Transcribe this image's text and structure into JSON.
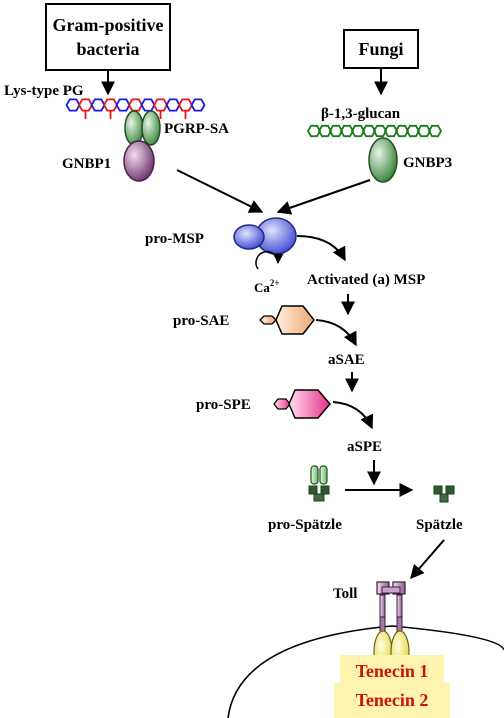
{
  "boxes": {
    "gram_positive_line1": "Gram-positive",
    "gram_positive_line2": "bacteria",
    "fungi": "Fungi"
  },
  "labels": {
    "lys_type_pg": "Lys-type PG",
    "pgrp_sa": "PGRP-SA",
    "gnbp1": "GNBP1",
    "beta_glucan": "β-1,3-glucan",
    "gnbp3": "GNBP3",
    "pro_msp": "pro-MSP",
    "ca": "Ca",
    "ca_sup": "2+",
    "activated_msp": "Activated (a) MSP",
    "pro_sae": "pro-SAE",
    "asae": "aSAE",
    "pro_spe": "pro-SPE",
    "aspe": "aSPE",
    "pro_spatzle": "pro-Spätzle",
    "spatzle": "Spätzle",
    "toll": "Toll"
  },
  "outputs": [
    "Tenecin 1",
    "Tenecin 2"
  ],
  "colors": {
    "pg_red": "#e8141b",
    "pg_blue": "#1a1ae8",
    "glucan_green": "#1a7a1a",
    "pgrp_green": "#4f9a4f",
    "gnbp1_purple": "#7d3f78",
    "msp_blue": "#4a55d8",
    "sae_peach": "#f4b58a",
    "spe_pink": "#e8408a",
    "spatzle_green": "#7ac47a",
    "toll_purple": "#8a5a8a",
    "receptor_yellow": "#e8e040",
    "output_bg": "#fff3b0",
    "output_text": "#cc1111"
  }
}
